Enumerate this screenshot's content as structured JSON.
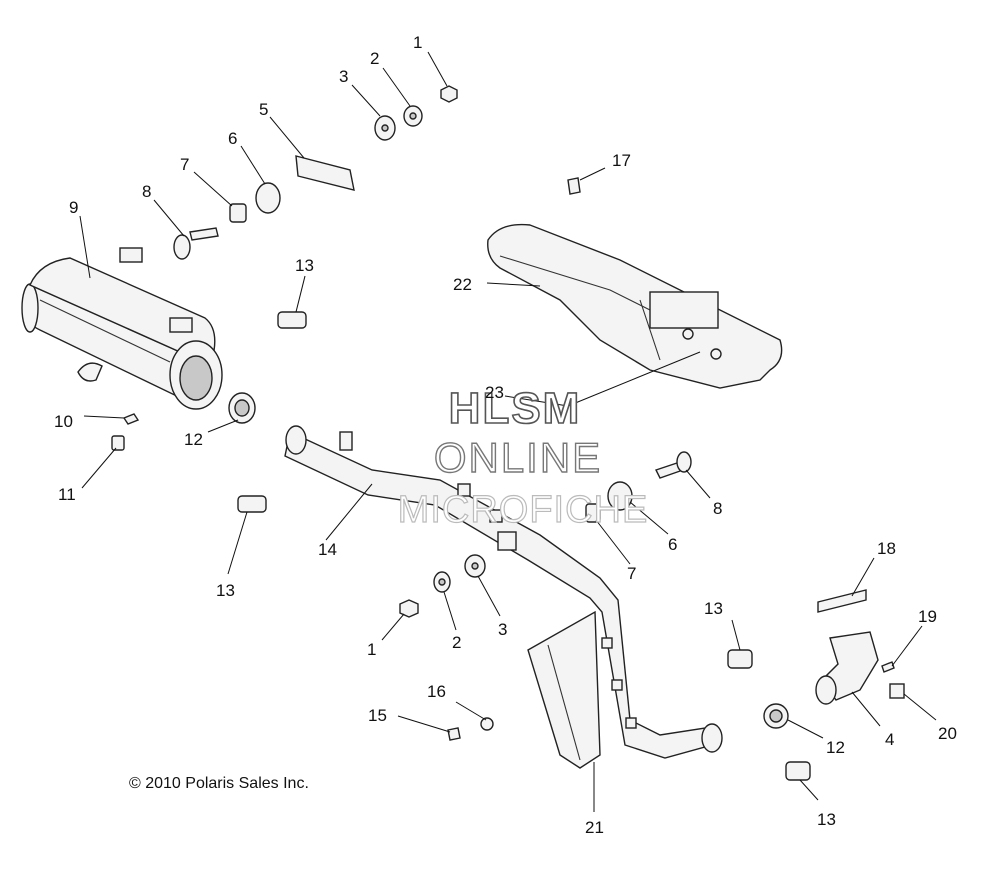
{
  "watermark": {
    "line1": "HLSM",
    "line2": "ONLINE",
    "line3": "MICROFICHE"
  },
  "copyright": "© 2010 Polaris Sales Inc.",
  "callouts": [
    {
      "id": "c1a",
      "text": "1"
    },
    {
      "id": "c2a",
      "text": "2"
    },
    {
      "id": "c3a",
      "text": "3"
    },
    {
      "id": "c5",
      "text": "5"
    },
    {
      "id": "c6a",
      "text": "6"
    },
    {
      "id": "c7a",
      "text": "7"
    },
    {
      "id": "c8a",
      "text": "8"
    },
    {
      "id": "c9",
      "text": "9"
    },
    {
      "id": "c13a",
      "text": "13"
    },
    {
      "id": "c17",
      "text": "17"
    },
    {
      "id": "c22",
      "text": "22"
    },
    {
      "id": "c23",
      "text": "23"
    },
    {
      "id": "c10",
      "text": "10"
    },
    {
      "id": "c11",
      "text": "11"
    },
    {
      "id": "c12a",
      "text": "12"
    },
    {
      "id": "c13b",
      "text": "13"
    },
    {
      "id": "c14",
      "text": "14"
    },
    {
      "id": "c8b",
      "text": "8"
    },
    {
      "id": "c6b",
      "text": "6"
    },
    {
      "id": "c7b",
      "text": "7"
    },
    {
      "id": "c1b",
      "text": "1"
    },
    {
      "id": "c2b",
      "text": "2"
    },
    {
      "id": "c3b",
      "text": "3"
    },
    {
      "id": "c18",
      "text": "18"
    },
    {
      "id": "c19",
      "text": "19"
    },
    {
      "id": "c13c",
      "text": "13"
    },
    {
      "id": "c16",
      "text": "16"
    },
    {
      "id": "c15",
      "text": "15"
    },
    {
      "id": "c12b",
      "text": "12"
    },
    {
      "id": "c4",
      "text": "4"
    },
    {
      "id": "c20",
      "text": "20"
    },
    {
      "id": "c13d",
      "text": "13"
    },
    {
      "id": "c21",
      "text": "21"
    }
  ]
}
